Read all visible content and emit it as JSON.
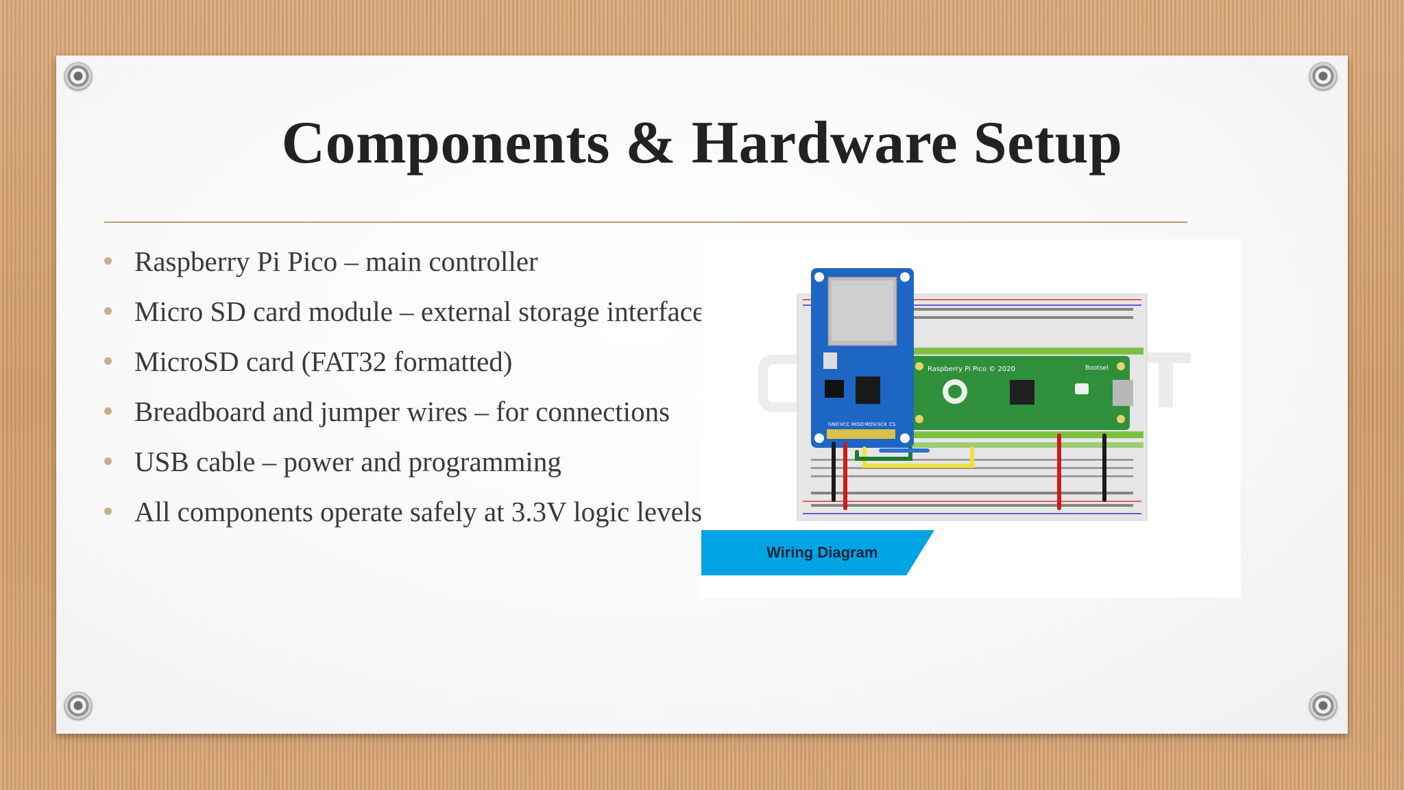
{
  "slide": {
    "title": "Components & Hardware Setup",
    "bullets": [
      "Raspberry Pi Pico – main controller",
      "Micro SD card module – external storage interface",
      "MicroSD card (FAT32 formatted)",
      "Breadboard and jumper wires – for connections",
      "USB cable – power and programming",
      "All components operate safely at 3.3V logic levels"
    ],
    "accent_rule_color": "#b6a06e",
    "bullet_color": "#c3b38b"
  },
  "figure": {
    "caption": "Wiring Diagram",
    "caption_color": "#00a4e4",
    "pico_label": "Raspberry Pi Pico © 2020",
    "bootsel_label": "Bootsel",
    "sd_pin_labels": [
      "GND",
      "VCC",
      "MISO",
      "MOSI",
      "SCK",
      "CS"
    ],
    "watermark": "T"
  }
}
